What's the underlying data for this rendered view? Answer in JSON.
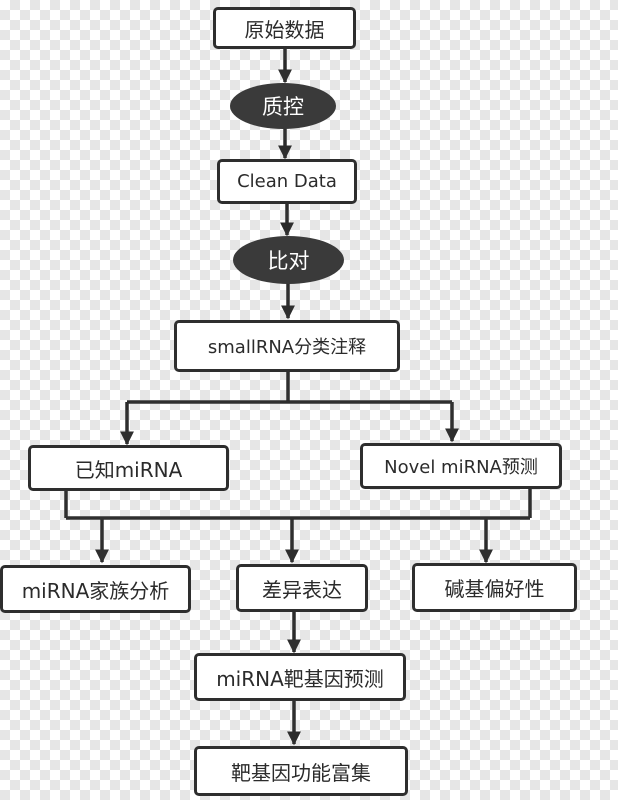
{
  "diagram": {
    "raw_data": "原始数据",
    "qc": "质控",
    "clean_data": "Clean Data",
    "alignment": "比对",
    "smallrna_annotation": "smallRNA分类注释",
    "known_mirna": "已知miRNA",
    "novel_mirna": "Novel miRNA预测",
    "mirna_family": "miRNA家族分析",
    "diff_expression": "差异表达",
    "base_bias": "碱基偏好性",
    "target_prediction": "miRNA靶基因预测",
    "target_enrichment": "靶基因功能富集"
  },
  "colors": {
    "line": "#2e2e2e",
    "ellipse_fill": "#3a3a3a",
    "box_fill": "#ffffff",
    "background_check": "#e6e6e6"
  }
}
